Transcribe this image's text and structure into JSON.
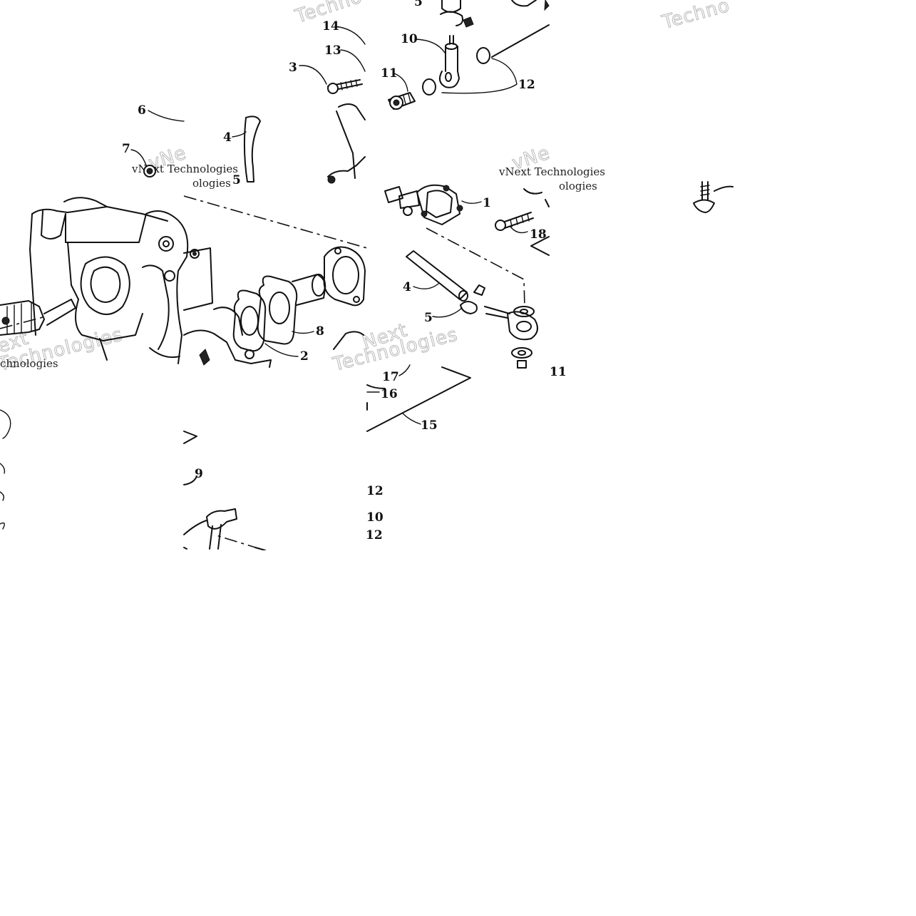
{
  "watermark": {
    "text_full": "vNext Technologies",
    "text_vnext": "vNext",
    "text_techno": "Techno",
    "text_technologies": "Technologies",
    "text_ologies": "ologies",
    "text_chnologies": "chnologies",
    "text_next": "Next",
    "text_vne": "vNe",
    "text_ext": "ext"
  },
  "callouts": {
    "c1": "1",
    "c2": "2",
    "c3": "3",
    "c4": "4",
    "c5": "5",
    "c6": "6",
    "c7": "7",
    "c8": "8",
    "c9": "9",
    "c10": "10",
    "c11": "11",
    "c12": "12",
    "c13": "13",
    "c14": "14",
    "c15": "15",
    "c16": "16",
    "c17": "17",
    "c18": "18"
  }
}
